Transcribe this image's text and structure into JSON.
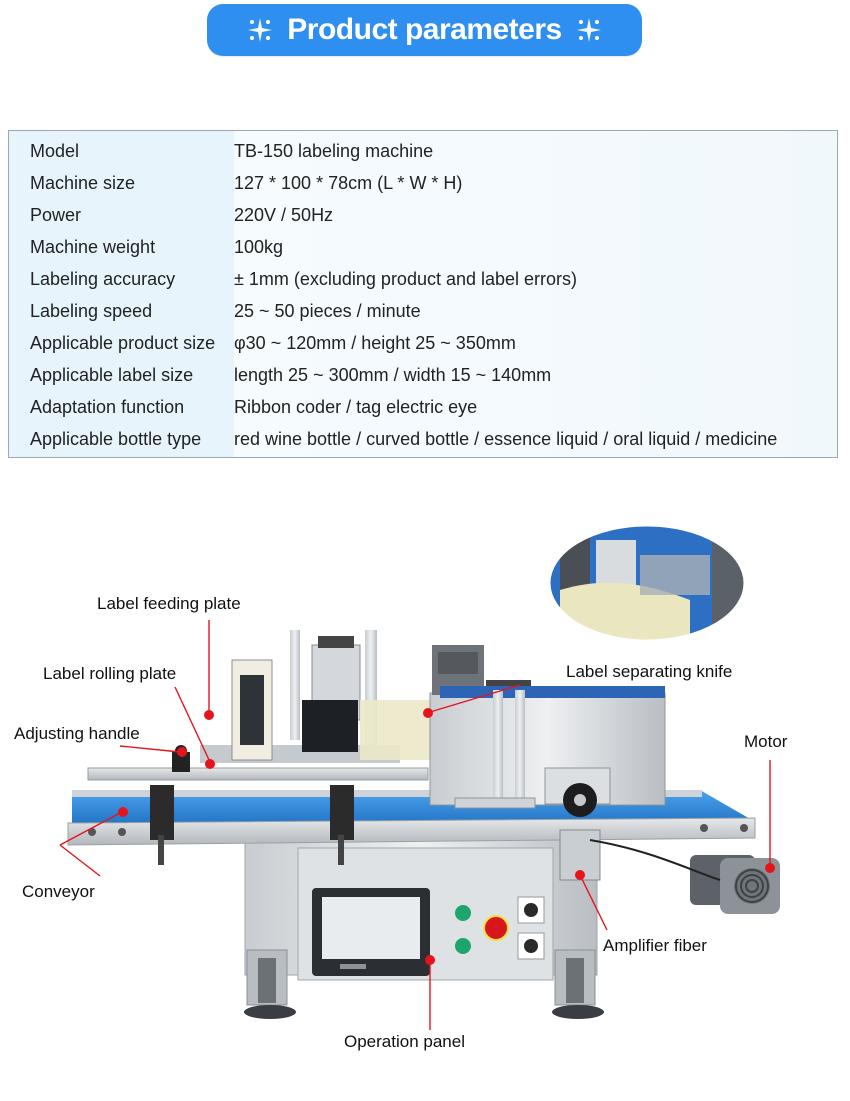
{
  "banner": {
    "title": "Product parameters"
  },
  "parameters": [
    {
      "label": "Model",
      "value": "TB-150 labeling machine"
    },
    {
      "label": "Machine size",
      "value": "127 * 100 * 78cm (L * W * H)"
    },
    {
      "label": "Power",
      "value": "220V / 50Hz"
    },
    {
      "label": "Machine weight",
      "value": "100kg"
    },
    {
      "label": "Labeling accuracy",
      "value": "± 1mm (excluding product and label errors)"
    },
    {
      "label": "Labeling speed",
      "value": "25 ~ 50 pieces / minute"
    },
    {
      "label": "Applicable product size",
      "value": "φ30 ~ 120mm / height 25 ~ 350mm"
    },
    {
      "label": "Applicable label size",
      "value": "length 25 ~ 300mm / width 15 ~ 140mm"
    },
    {
      "label": "Adaptation function",
      "value": "Ribbon coder / tag electric eye"
    },
    {
      "label": "Applicable bottle type",
      "value": "red wine bottle / curved bottle / essence liquid / oral liquid / medicine"
    }
  ],
  "callouts": {
    "label_feeding_plate": "Label feeding plate",
    "label_rolling_plate": "Label rolling plate",
    "adjusting_handle": "Adjusting handle",
    "conveyor": "Conveyor",
    "label_separating_knife": "Label separating knife",
    "motor": "Motor",
    "amplifier_fiber": "Amplifier fiber",
    "operation_panel": "Operation panel"
  },
  "colors": {
    "banner": "#2f8ff0",
    "conveyor": "#2f86d8",
    "callout_dot": "#e5141b"
  },
  "icons": {
    "banner_decoration": "sparkle-icon"
  }
}
